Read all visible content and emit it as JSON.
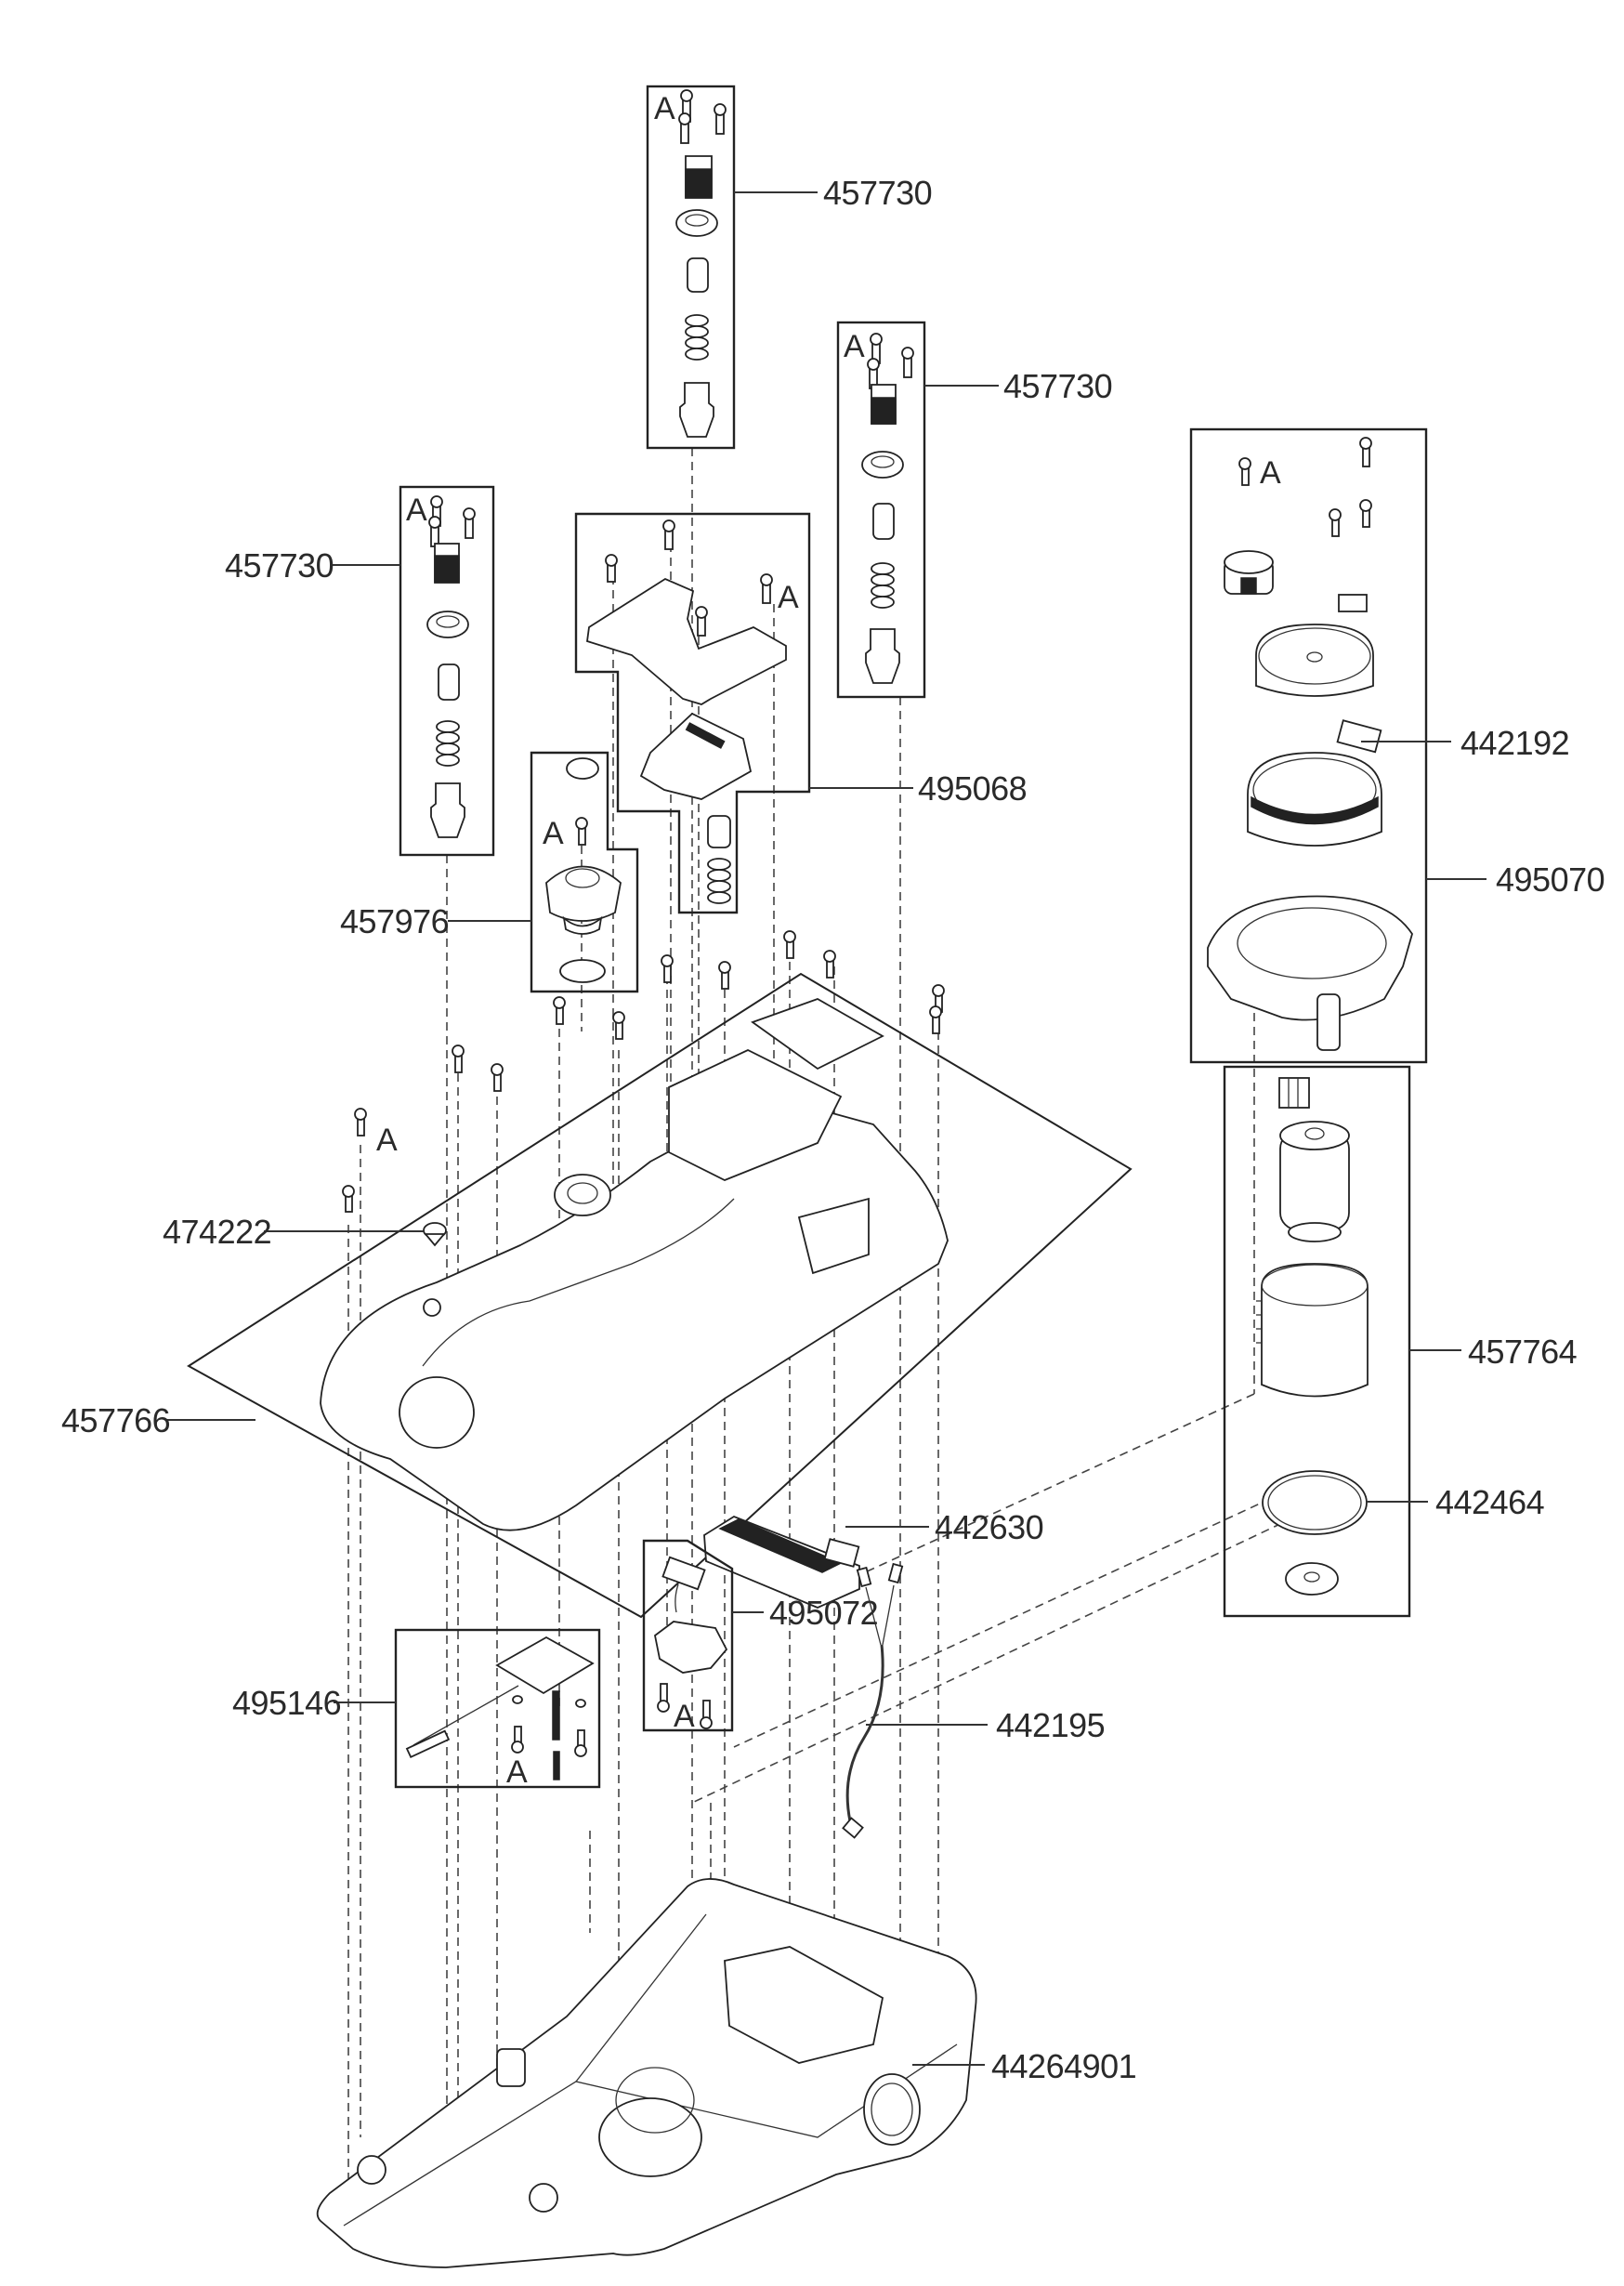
{
  "diagram": {
    "type": "exploded-parts-view",
    "background": "#ffffff",
    "line_color": "#222222"
  },
  "part_labels": {
    "spray_module_top": "457730",
    "spray_module_right": "457730",
    "spray_module_left": "457730",
    "display_cover_kit": "495068",
    "fill_cap_kit": "457976",
    "gear_sensor": "442192",
    "gear_drive_kit": "495070",
    "plug": "474222",
    "top_cover": "457766",
    "motor_assembly": "457764",
    "o_ring": "442464",
    "circuit_board": "442630",
    "switch_kit": "495072",
    "sensor_kit": "495146",
    "wire_harness": "442195",
    "base_housing": "44264901"
  },
  "screw_marker": "A"
}
